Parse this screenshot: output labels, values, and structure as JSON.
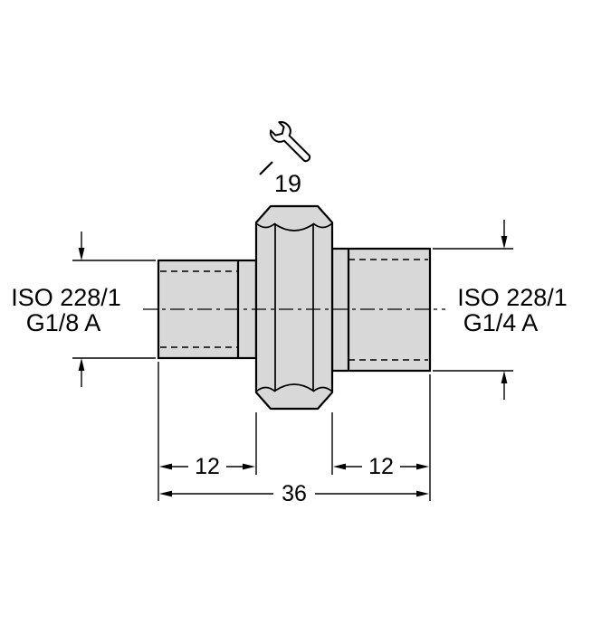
{
  "drawing": {
    "wrench_size_label": "19",
    "left_thread_spec": {
      "line1": "ISO 228/1",
      "line2": "G1/8 A"
    },
    "right_thread_spec": {
      "line1": "ISO 228/1",
      "line2": "G1/4 A"
    },
    "dimensions": {
      "left_thread_length": "12",
      "right_thread_length": "12",
      "overall_length": "36"
    }
  },
  "colors": {
    "background": "#ffffff",
    "line": "#000000",
    "part_fill": "#d8d8d8"
  }
}
